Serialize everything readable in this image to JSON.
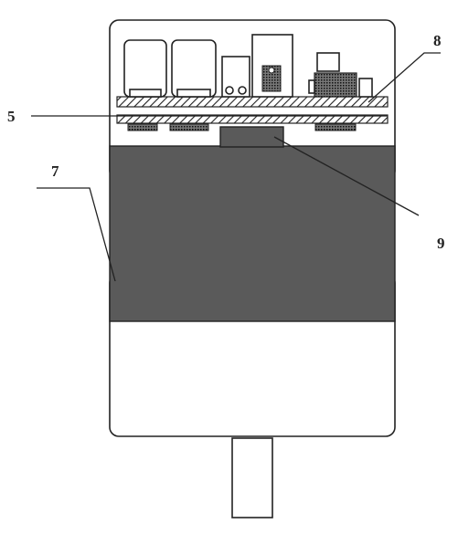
{
  "labels": {
    "label_5": "5",
    "label_7": "7",
    "label_8": "8",
    "label_9": "9"
  },
  "colors": {
    "core_fill": "#5a5a5a",
    "line": "#222222",
    "background": "#ffffff"
  }
}
